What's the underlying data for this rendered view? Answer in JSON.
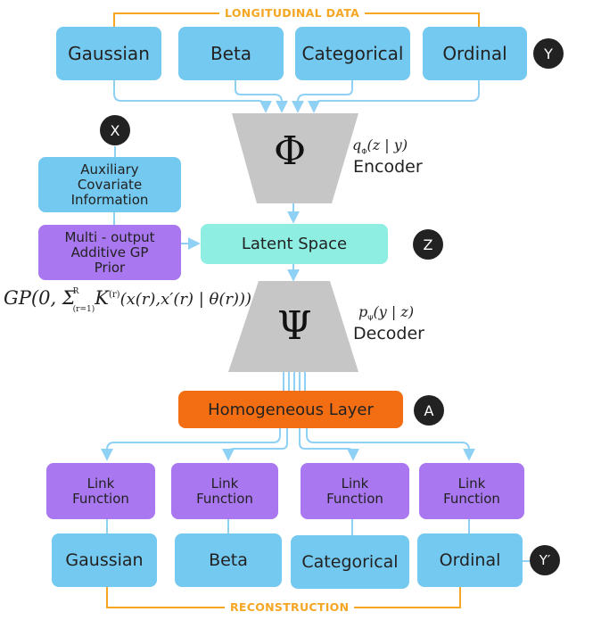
{
  "sections": {
    "top": "LONGITUDINAL DATA",
    "bottom": "RECONSTRUCTION"
  },
  "inputs": [
    "Gaussian",
    "Beta",
    "Categorical",
    "Ordinal"
  ],
  "outputs": [
    "Gaussian",
    "Beta",
    "Categorical",
    "Ordinal"
  ],
  "link_function": "Link Function",
  "badges": {
    "x": "X",
    "y": "Y",
    "z": "Z",
    "a": "A",
    "y_prime": "Y′"
  },
  "encoder": {
    "symbol": "Φ",
    "label": "Encoder",
    "dist": "q",
    "dist_sub": "Φ",
    "dist_args": "(z | y)"
  },
  "decoder": {
    "symbol": "Ψ",
    "label": "Decoder",
    "dist": "p",
    "dist_sub": "Ψ",
    "dist_args": "(y | z)"
  },
  "auxiliary": "Auxiliary Covariate Information",
  "gp_prior": "Multi - output Additive GP Prior",
  "latent": "Latent Space",
  "homogeneous": "Homogeneous Layer",
  "gp_formula": {
    "head": "GP(0, Σ",
    "sup": "R",
    "sub": "(r=1)",
    "k": "K",
    "k_sup": "(r)",
    "args": "(x(r),x′(r) | θ(r)))"
  },
  "colors": {
    "blue": "#74c9f0",
    "purple": "#a977f0",
    "mint": "#8eeee1",
    "orange": "#f36d12",
    "gray": "#c6c6c6",
    "arrow": "#8fd0f5",
    "section": "#f5a623"
  }
}
